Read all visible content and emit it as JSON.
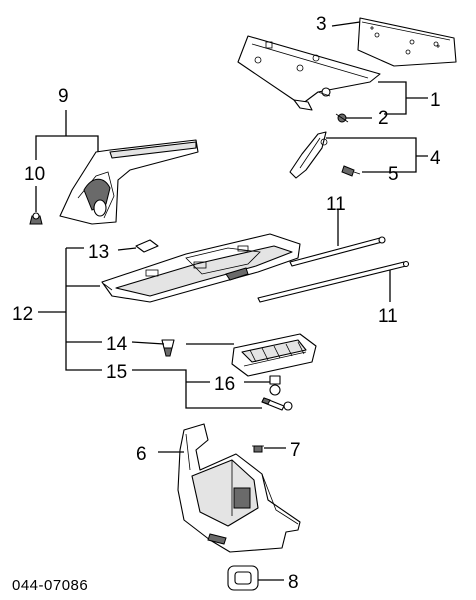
{
  "callouts": [
    "1",
    "2",
    "3",
    "4",
    "5",
    "6",
    "7",
    "8",
    "9",
    "10",
    "11",
    "12",
    "13",
    "14",
    "15",
    "16"
  ],
  "diagram_code": "044-07086",
  "colors": {
    "line": "#000000",
    "background": "#ffffff",
    "shade": "#6a6a6a"
  }
}
